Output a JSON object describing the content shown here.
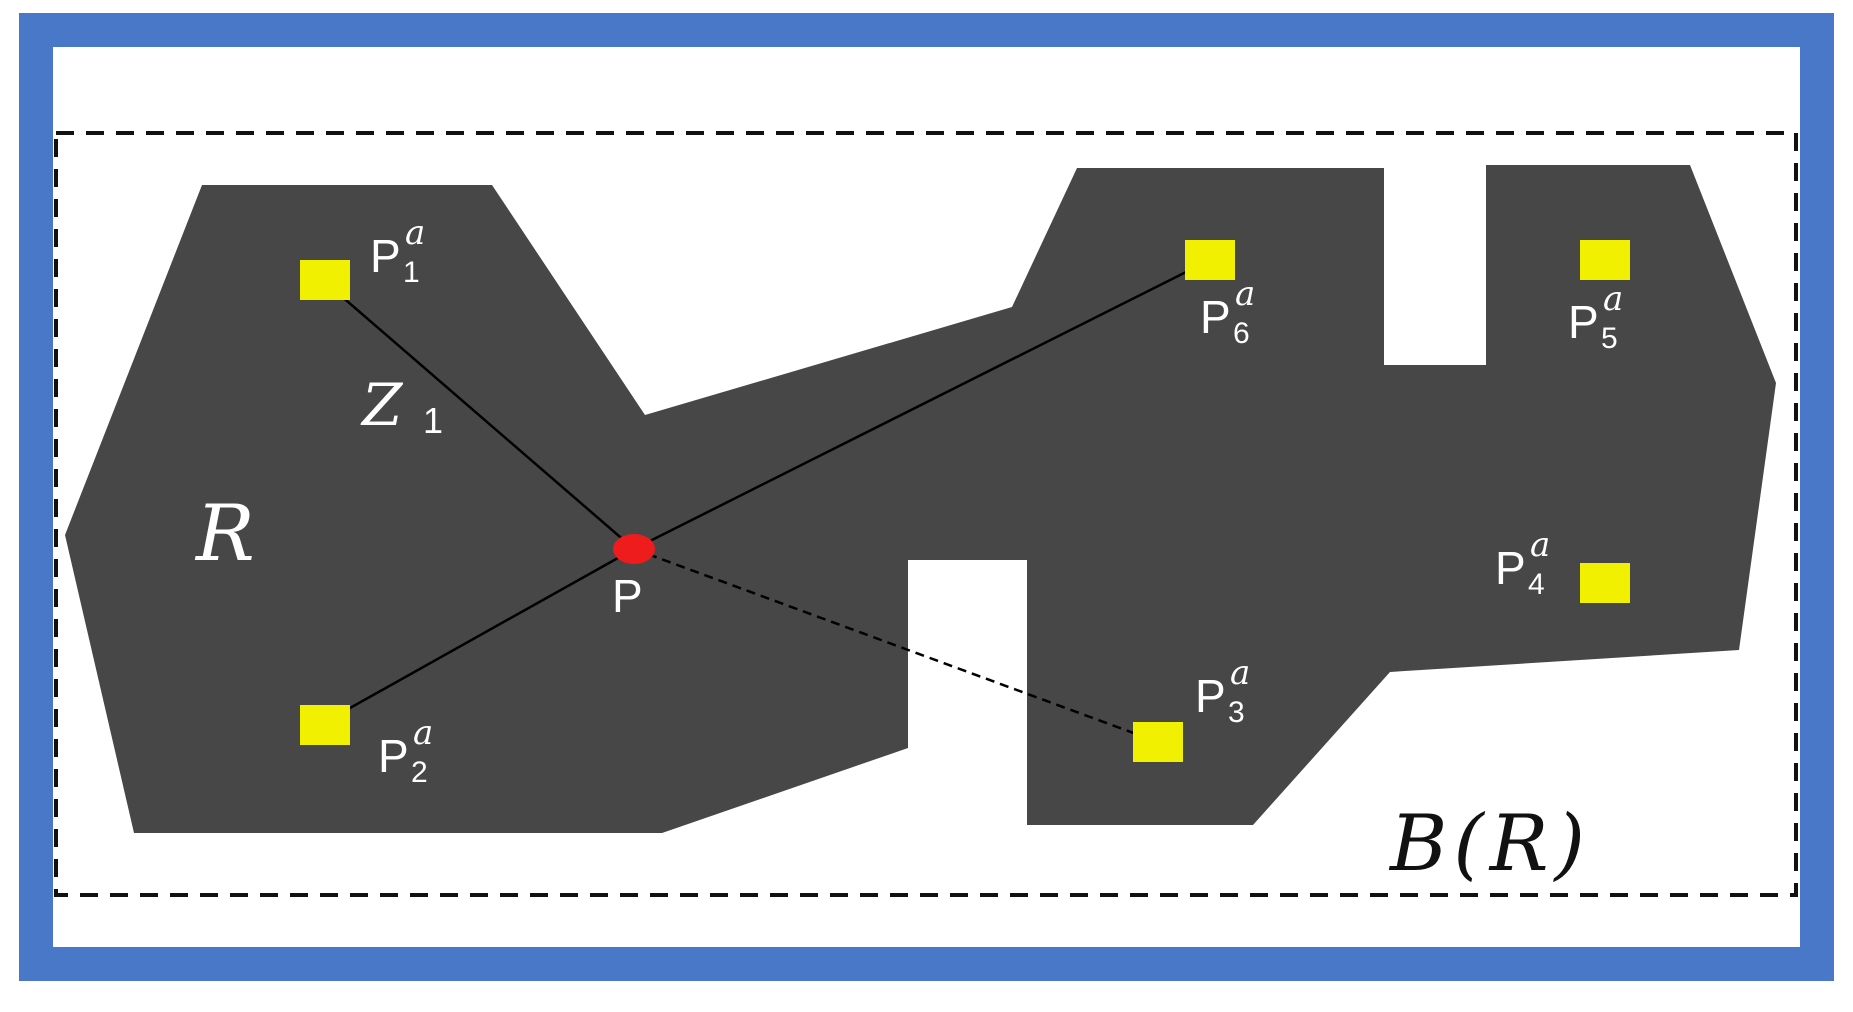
{
  "colors": {
    "frame": "#4a78c8",
    "region": "#474747",
    "point_marker": "#f0f000",
    "center_point": "#ee1c1c",
    "boundary": "#111111",
    "text_on_region": "#ffffff"
  },
  "labels": {
    "region": "R",
    "bounding_box": "B(R)",
    "center": "P",
    "distance": "Z",
    "distance_sub": "1"
  },
  "points": [
    {
      "id": "p1",
      "base": "P",
      "sub": "1",
      "sup": "a"
    },
    {
      "id": "p2",
      "base": "P",
      "sub": "2",
      "sup": "a"
    },
    {
      "id": "p3",
      "base": "P",
      "sub": "3",
      "sup": "a"
    },
    {
      "id": "p4",
      "base": "P",
      "sub": "4",
      "sup": "a"
    },
    {
      "id": "p5",
      "base": "P",
      "sub": "5",
      "sup": "a"
    },
    {
      "id": "p6",
      "base": "P",
      "sub": "6",
      "sup": "a"
    }
  ],
  "connections": [
    {
      "from": "center",
      "to": "p1",
      "style": "solid"
    },
    {
      "from": "center",
      "to": "p2",
      "style": "solid"
    },
    {
      "from": "center",
      "to": "p6",
      "style": "solid"
    },
    {
      "from": "center",
      "to": "p3",
      "style": "dashed"
    }
  ]
}
